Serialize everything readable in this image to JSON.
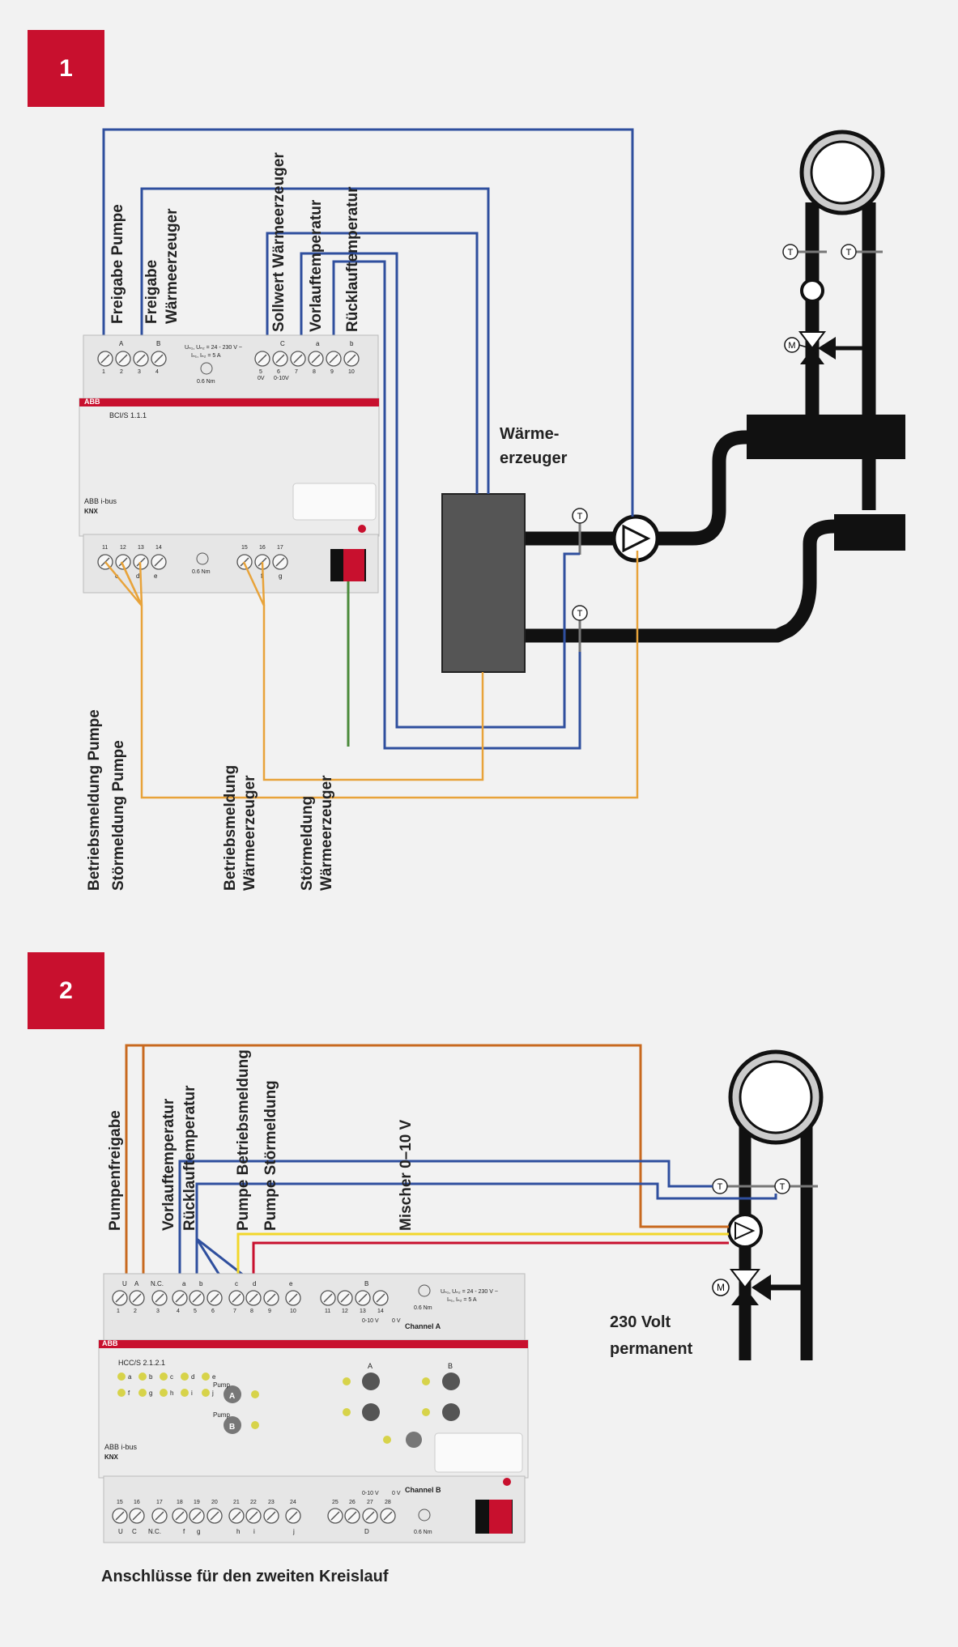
{
  "badges": {
    "first": "1",
    "second": "2"
  },
  "colors": {
    "badge": "#c8102e",
    "blue": "#2f4f9e",
    "orange_light": "#e8a33a",
    "orange_dark": "#c8691f",
    "yellow": "#f2d72a",
    "red": "#c8102e",
    "green": "#4a8a3a",
    "pipe": "#111111",
    "device_body": "#e4e4e4",
    "boiler": "#555555"
  },
  "section1": {
    "labels": {
      "freigabe_pumpe": "Freigabe Pumpe",
      "freigabe_waerme_1": "Freigabe",
      "freigabe_waerme_2": "Wärmeerzeuger",
      "sollwert": "Sollwert Wärmeerzeuger",
      "vorlauf": "Vorlauftemperatur",
      "ruecklauf": "Rücklauftemperatur",
      "waerme_erzeuger_1": "Wärme-",
      "waerme_erzeuger_2": "erzeuger",
      "betrieb_pumpe": "Betriebsmeldung Pumpe",
      "stoer_pumpe": "Störmeldung Pumpe",
      "betrieb_waerme_1": "Betriebsmeldung",
      "betrieb_waerme_2": "Wärmeerzeuger",
      "stoer_waerme_1": "Störmeldung",
      "stoer_waerme_2": "Wärmeerzeuger"
    },
    "device": {
      "brand": "ABB",
      "model": "BCI/S 1.1.1",
      "bus": "ABB i-bus",
      "knx": "KNX",
      "rating_1": "Uₙ₁, Uₙ₂ = 24 - 230 V ~",
      "rating_2": "Iₙ₁, Iₙ₂ = 5 A",
      "torque": "0.6 Nm",
      "top_terminals": [
        "1",
        "2",
        "3",
        "4",
        "5",
        "6",
        "7",
        "8",
        "9",
        "10"
      ],
      "bottom_terminals": [
        "11",
        "12",
        "13",
        "14",
        "15",
        "16",
        "17"
      ],
      "top_letters": [
        "A",
        "B",
        "C",
        "a",
        "b"
      ],
      "bottom_letters": [
        "c",
        "d",
        "e",
        "f",
        "g"
      ],
      "analog_0v": "0V",
      "analog_range": "0-10V",
      "temp_symbol": "T"
    }
  },
  "section2": {
    "labels": {
      "pumpenfreigabe": "Pumpenfreigabe",
      "vorlauf": "Vorlauftemperatur",
      "ruecklauf": "Rücklauftemperatur",
      "pumpe_betrieb": "Pumpe Betriebsmeldung",
      "pumpe_stoer": "Pumpe Störmeldung",
      "mischer": "Mischer 0–10 V",
      "volt_1": "230 Volt",
      "volt_2": "permanent",
      "caption": "Anschlüsse für den zweiten Kreislauf"
    },
    "device": {
      "brand": "ABB",
      "model": "HCC/S 2.1.2.1",
      "bus": "ABB i-bus",
      "knx": "KNX",
      "rating_1": "Uₙ₁, Uₙ₂ = 24 - 230 V ~",
      "rating_2": "Iₙ₁, Iₙ₂ = 5 A",
      "torque": "0.6 Nm",
      "channel_a": "Channel A",
      "channel_b": "Channel B",
      "top_terminals": [
        "1",
        "2",
        "3",
        "4",
        "5",
        "6",
        "7",
        "8",
        "9",
        "10",
        "11",
        "12",
        "13",
        "14"
      ],
      "bottom_terminals": [
        "15",
        "16",
        "17",
        "18",
        "19",
        "20",
        "21",
        "22",
        "23",
        "24",
        "25",
        "26",
        "27",
        "28"
      ],
      "top_marks": [
        "U",
        "A",
        "N.C.",
        "a",
        "b",
        "c",
        "d",
        "e",
        "B"
      ],
      "bottom_marks": [
        "U",
        "C",
        "N.C.",
        "f",
        "g",
        "h",
        "i",
        "j",
        "D"
      ],
      "analog_range": "0-10 V",
      "zero_v": "0 V",
      "pump_label": "Pump",
      "pump_a": "A",
      "pump_b": "B",
      "led_letters": [
        "a",
        "b",
        "c",
        "d",
        "e",
        "f",
        "g",
        "h",
        "i",
        "j"
      ],
      "valve_a": "A",
      "valve_b": "B",
      "temp_symbol": "T"
    }
  }
}
